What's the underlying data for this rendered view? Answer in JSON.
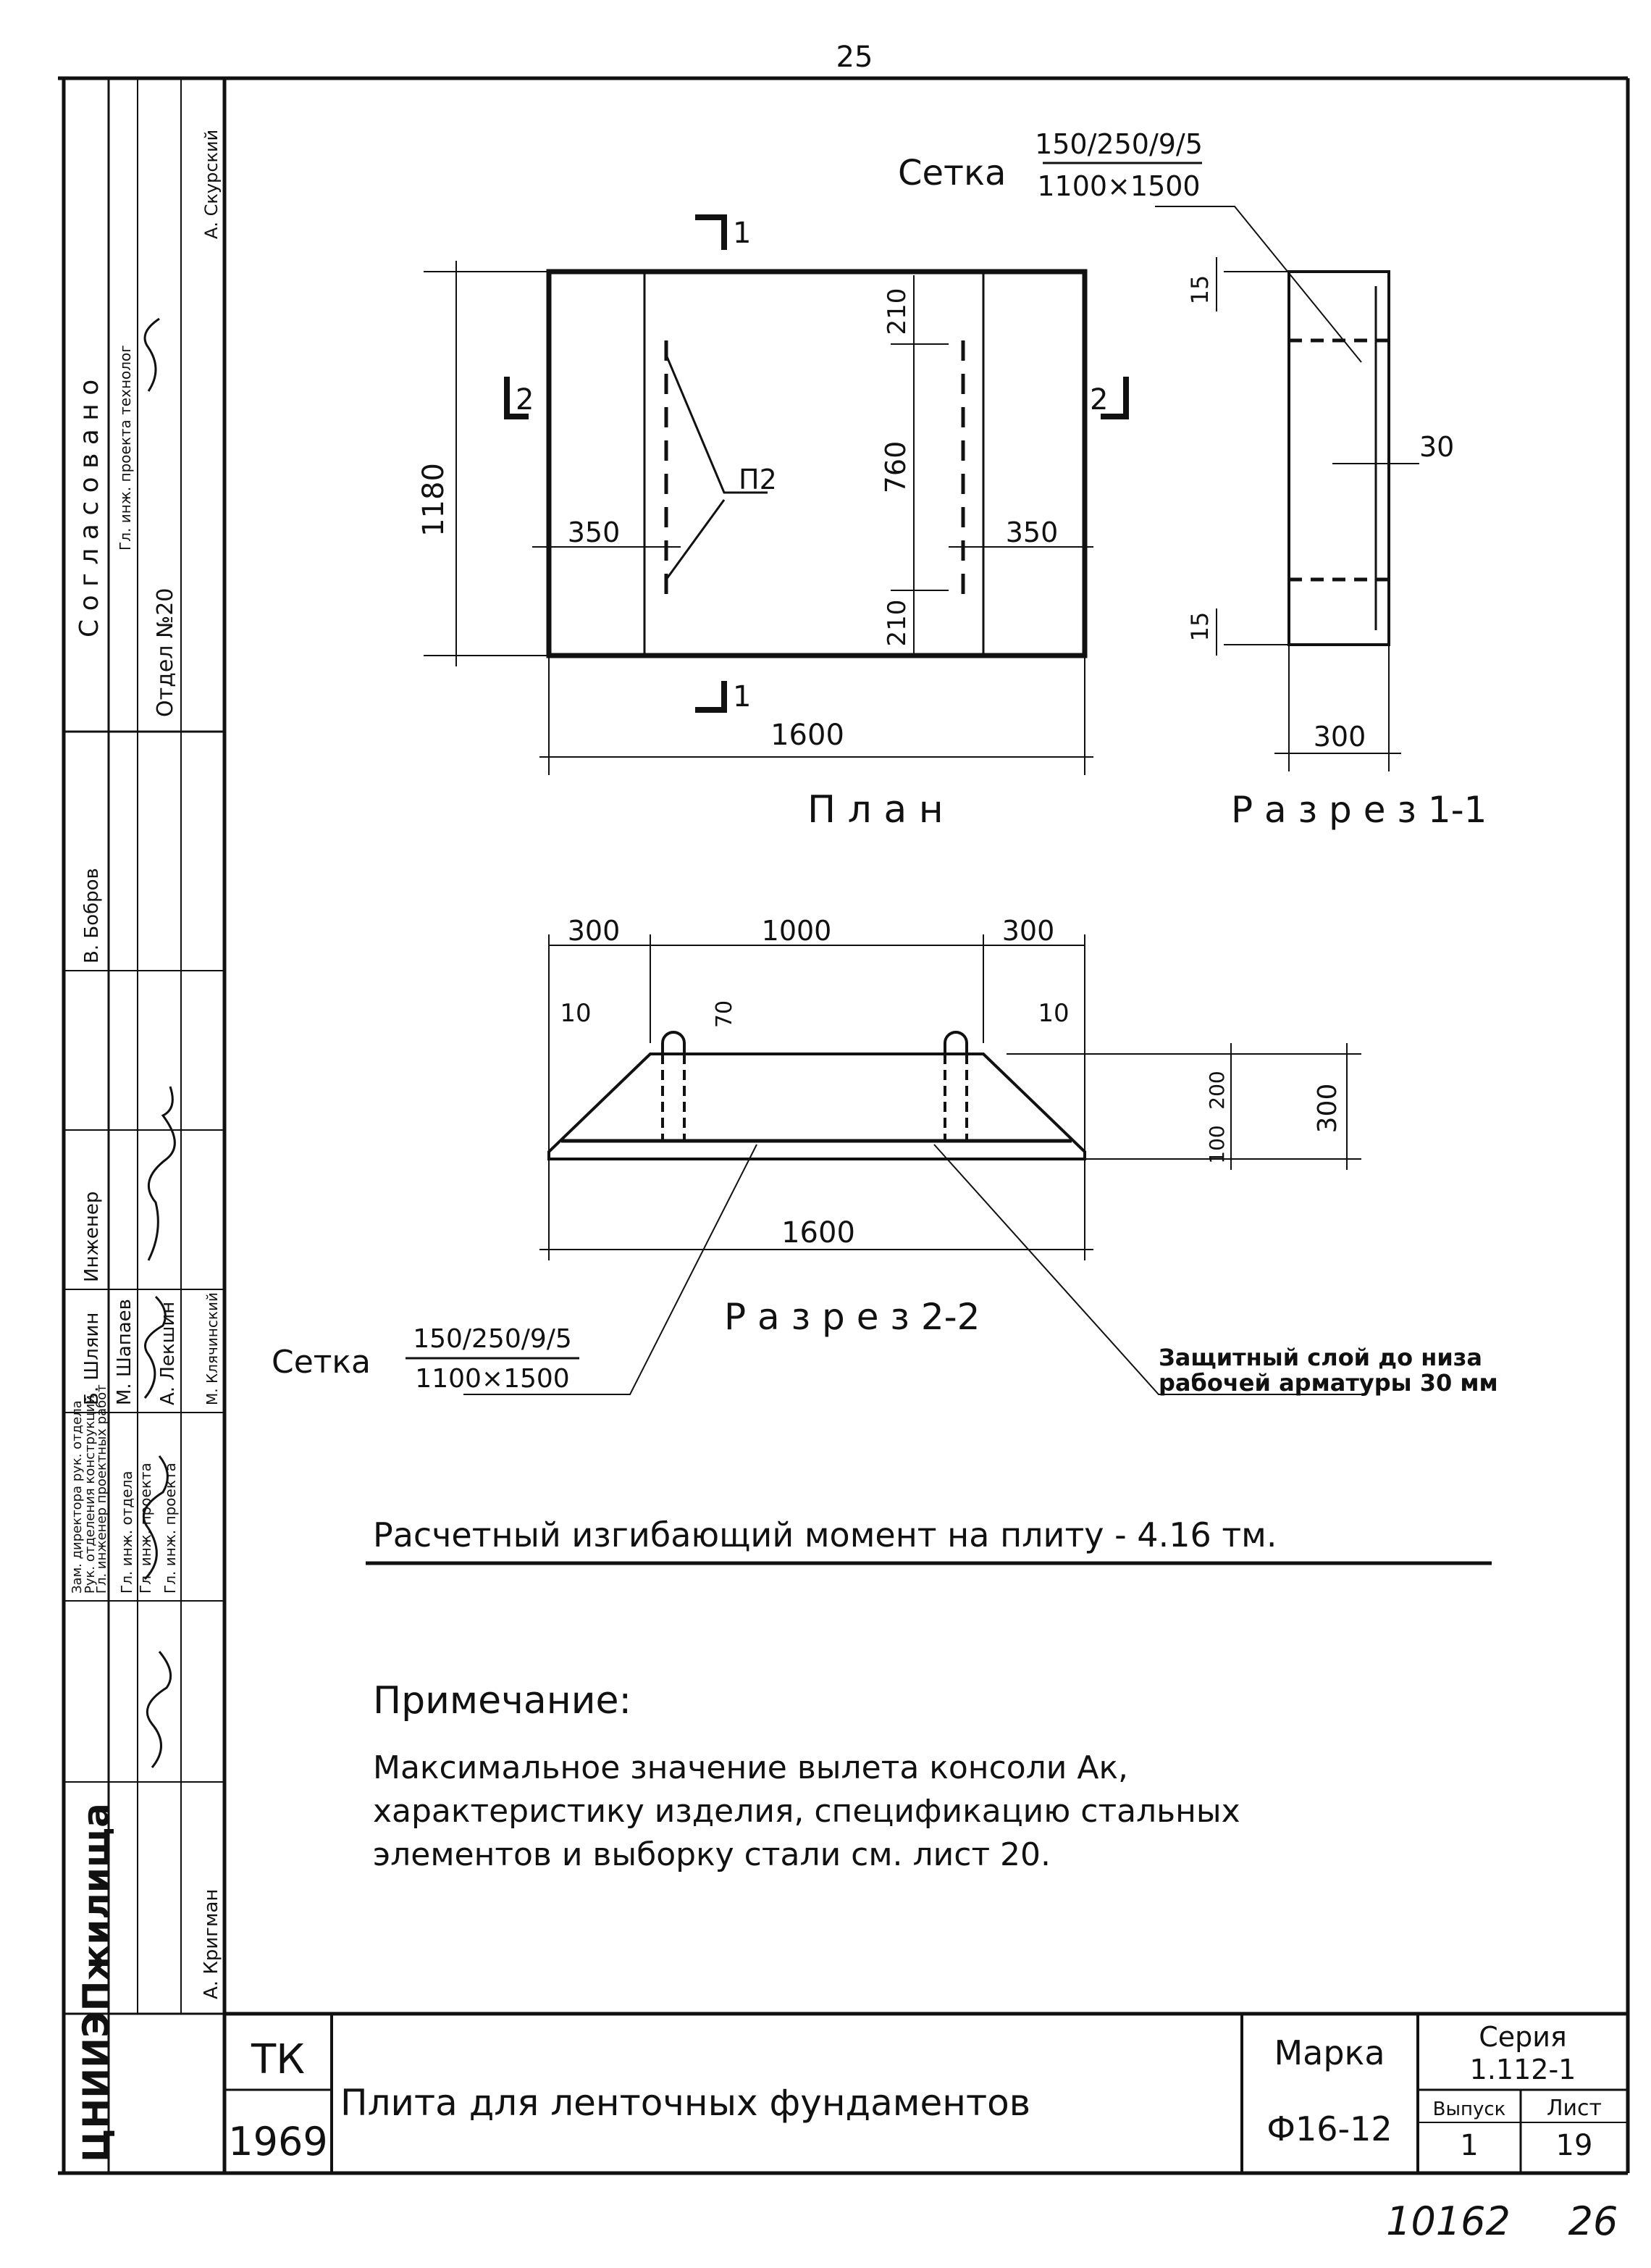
{
  "page_number": "25",
  "plan": {
    "title": "П л а н",
    "dims": {
      "width": "1600",
      "height": "1180",
      "left_strip": "350",
      "right_strip": "350",
      "top": "210",
      "middle": "760",
      "bottom": "210"
    },
    "loop_label": "П2",
    "section_1_mark": "1",
    "section_2_mark": "2"
  },
  "section_1_1": {
    "title": "Р а з р е з 1-1",
    "mesh_label": "Сетка",
    "mesh_num": "150/250/9/5",
    "mesh_den": "1100×1500",
    "dims": {
      "top": "15",
      "bottom": "15",
      "cover": "30",
      "width": "300"
    }
  },
  "section_2_2": {
    "title": "Р а з р е з 2-2",
    "dims": {
      "left": "300",
      "middle": "1000",
      "right": "300",
      "overall": "1600",
      "left_edge": "10",
      "right_edge": "10",
      "loop": "70",
      "thick_low": "100",
      "thick_high": "200",
      "height": "300"
    },
    "mesh_label": "Сетка",
    "mesh_num": "150/250/9/5",
    "mesh_den": "1100×1500",
    "cover_note_1": "Защитный слой до низа",
    "cover_note_2": "рабочей арматуры 30 мм"
  },
  "moment_text": "Расчетный изгибающий момент на плиту - 4.16 тм.",
  "note": {
    "heading": "Примечание:",
    "line1": "Максимальное значение вылета консоли Aк,",
    "line2": "характеристику изделия, спецификацию стальных",
    "line3": "элементов и выборку стали см. лист 20."
  },
  "side_stamp": {
    "org": "ЦНИИЭПжилища",
    "agreed_header": "С о г л а с о в а н о",
    "dept": "Отдел №20",
    "agreed_role": "Гл. инж. проекта технолог",
    "agreed_name": "А. Скурский",
    "roles": [
      "Зам. директора рук. отдела",
      "Рук. отделения конструкций",
      "Гл. инженер проектных работ",
      "Гл. инж. отдела",
      "Гл. инж. проекта",
      "Гл. инж. проекта"
    ],
    "names": [
      "Б. Шляин",
      "М. Шапаев",
      "А. Лекшин",
      "М. Клячинский",
      "А. Кригман"
    ],
    "engineer_role": "Инженер",
    "engineer_name": "В. Бобров"
  },
  "title_block": {
    "code": "ТК",
    "year": "1969",
    "name": "Плита для ленточных фундаментов",
    "mark_label": "Марка",
    "mark_value": "Ф16-12",
    "series_label": "Серия",
    "series_value": "1.112-1",
    "issue_label": "Выпуск",
    "issue_value": "1",
    "sheet_label": "Лист",
    "sheet_value": "19"
  },
  "footer": {
    "doc_number": "10162",
    "page_ref": "26"
  }
}
